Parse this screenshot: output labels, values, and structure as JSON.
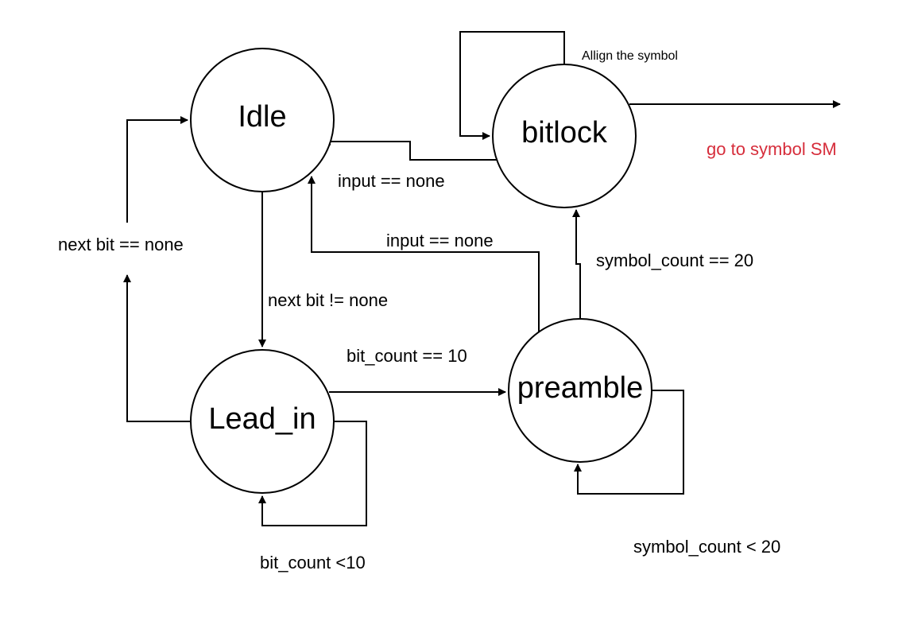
{
  "nodes": {
    "idle": "Idle",
    "bitlock": "bitlock",
    "lead_in": "Lead_in",
    "preamble": "preamble"
  },
  "edges": {
    "idle_to_lead_in": "next bit != none",
    "lead_in_to_idle": "next bit == none",
    "lead_in_self": "bit_count <10",
    "lead_in_to_preamble": "bit_count == 10",
    "preamble_self": "symbol_count < 20",
    "preamble_to_bitlock": "symbol_count == 20",
    "preamble_to_idle": "input == none",
    "bitlock_to_idle": "input == none",
    "bitlock_self": "Allign the symbol",
    "bitlock_exit": "go to symbol SM"
  },
  "colors": {
    "exit_note": "#d62d3b",
    "stroke": "#000000"
  }
}
